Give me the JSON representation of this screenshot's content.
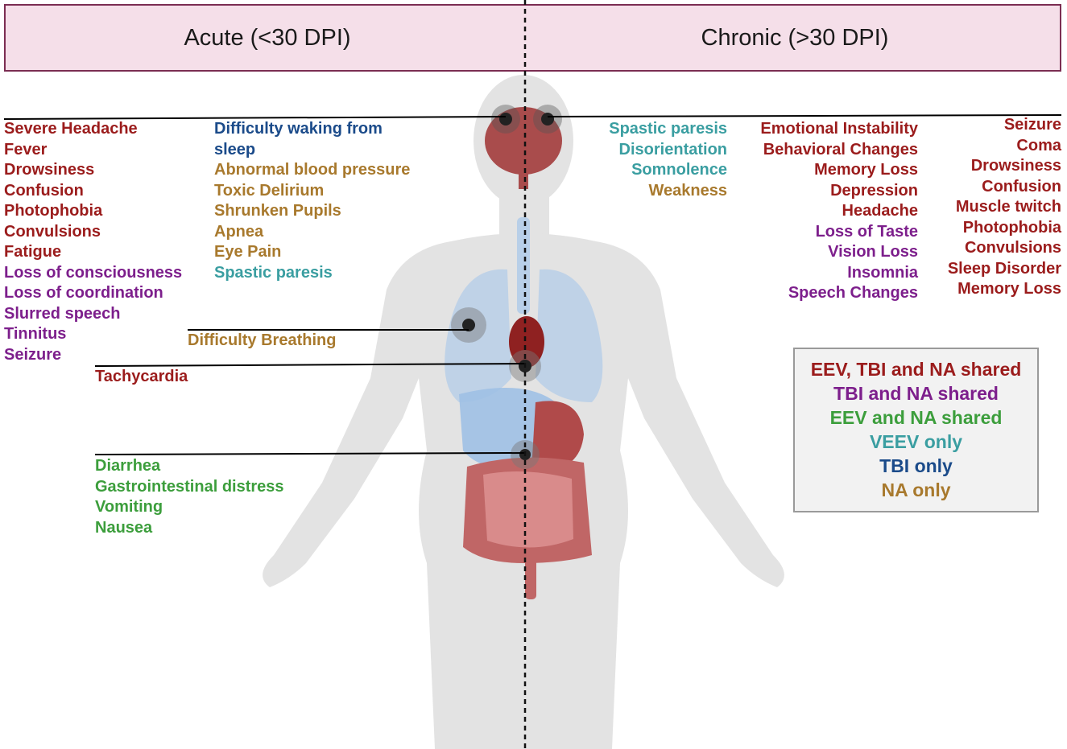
{
  "header": {
    "acute": "Acute (<30 DPI)",
    "chronic": "Chronic (>30 DPI)"
  },
  "colors": {
    "eev_tbi_na": "#9b1c1c",
    "tbi_na": "#7d1f8c",
    "eev_na": "#3c9e3c",
    "veev": "#3a9ea1",
    "tbi": "#1b4b8a",
    "na": "#a8792d",
    "header_fill": "#f5dfe9",
    "header_border": "#7b2d52"
  },
  "acute_col1": [
    {
      "text": "Severe Headache",
      "cat": "eev_tbi_na"
    },
    {
      "text": "Fever",
      "cat": "eev_tbi_na"
    },
    {
      "text": "Drowsiness",
      "cat": "eev_tbi_na"
    },
    {
      "text": "Confusion",
      "cat": "eev_tbi_na"
    },
    {
      "text": "Photophobia",
      "cat": "eev_tbi_na"
    },
    {
      "text": "Convulsions",
      "cat": "eev_tbi_na"
    },
    {
      "text": "Fatigue",
      "cat": "eev_tbi_na"
    },
    {
      "text": "Loss of consciousness",
      "cat": "tbi_na"
    },
    {
      "text": "Loss of coordination",
      "cat": "tbi_na"
    },
    {
      "text": "Slurred speech",
      "cat": "tbi_na"
    },
    {
      "text": "Tinnitus",
      "cat": "tbi_na"
    },
    {
      "text": "Seizure",
      "cat": "tbi_na"
    }
  ],
  "acute_col2": [
    {
      "text": "Difficulty waking from",
      "cat": "tbi"
    },
    {
      "text": "sleep",
      "cat": "tbi"
    },
    {
      "text": "Abnormal blood pressure",
      "cat": "na"
    },
    {
      "text": "Toxic Delirium",
      "cat": "na"
    },
    {
      "text": "Shrunken Pupils",
      "cat": "na"
    },
    {
      "text": "Apnea",
      "cat": "na"
    },
    {
      "text": "Eye Pain",
      "cat": "na"
    },
    {
      "text": "Spastic paresis",
      "cat": "veev"
    }
  ],
  "acute_lungs": {
    "text": "Difficulty Breathing",
    "cat": "na"
  },
  "acute_heart": {
    "text": "Tachycardia",
    "cat": "eev_tbi_na"
  },
  "acute_gi": [
    {
      "text": "Diarrhea",
      "cat": "eev_na"
    },
    {
      "text": "Gastrointestinal distress",
      "cat": "eev_na"
    },
    {
      "text": "Vomiting",
      "cat": "eev_na"
    },
    {
      "text": "Nausea",
      "cat": "eev_na"
    }
  ],
  "chronic_col1": [
    {
      "text": "Spastic paresis",
      "cat": "veev"
    },
    {
      "text": "Disorientation",
      "cat": "veev"
    },
    {
      "text": "Somnolence",
      "cat": "veev"
    },
    {
      "text": "Weakness",
      "cat": "na"
    }
  ],
  "chronic_col2": [
    {
      "text": "Emotional Instability",
      "cat": "eev_tbi_na"
    },
    {
      "text": "Behavioral Changes",
      "cat": "eev_tbi_na"
    },
    {
      "text": "Memory Loss",
      "cat": "eev_tbi_na"
    },
    {
      "text": "Depression",
      "cat": "eev_tbi_na"
    },
    {
      "text": "Headache",
      "cat": "eev_tbi_na"
    },
    {
      "text": "Loss of Taste",
      "cat": "tbi_na"
    },
    {
      "text": "Vision Loss",
      "cat": "tbi_na"
    },
    {
      "text": "Insomnia",
      "cat": "tbi_na"
    },
    {
      "text": "Speech Changes",
      "cat": "tbi_na"
    }
  ],
  "chronic_col3": [
    {
      "text": "Seizure",
      "cat": "eev_tbi_na"
    },
    {
      "text": "Coma",
      "cat": "eev_tbi_na"
    },
    {
      "text": "Drowsiness",
      "cat": "eev_tbi_na"
    },
    {
      "text": "Confusion",
      "cat": "eev_tbi_na"
    },
    {
      "text": "Muscle twitch",
      "cat": "eev_tbi_na"
    },
    {
      "text": "Photophobia",
      "cat": "eev_tbi_na"
    },
    {
      "text": "Convulsions",
      "cat": "eev_tbi_na"
    },
    {
      "text": "Sleep Disorder",
      "cat": "eev_tbi_na"
    },
    {
      "text": "Memory Loss",
      "cat": "eev_tbi_na"
    }
  ],
  "legend": [
    {
      "text": "EEV, TBI and NA shared",
      "cat": "eev_tbi_na"
    },
    {
      "text": "TBI and NA shared",
      "cat": "tbi_na"
    },
    {
      "text": "EEV and NA shared",
      "cat": "eev_na"
    },
    {
      "text": "VEEV only",
      "cat": "veev"
    },
    {
      "text": "TBI only",
      "cat": "tbi"
    },
    {
      "text": "NA only",
      "cat": "na"
    }
  ]
}
